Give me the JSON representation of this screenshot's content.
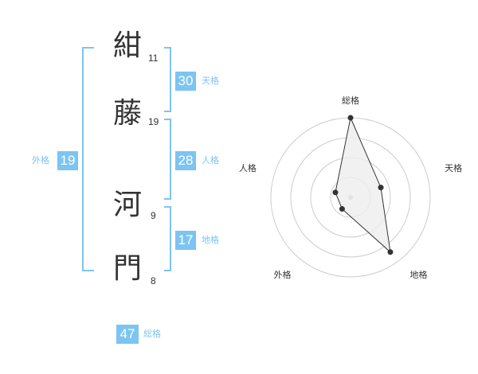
{
  "colors": {
    "accent": "#7cc4f2",
    "text": "#333333",
    "grid": "#cccccc",
    "fill": "#eeeeee",
    "line": "#333333"
  },
  "name": {
    "chars": [
      {
        "char": "紺",
        "strokes": "11"
      },
      {
        "char": "藤",
        "strokes": "19"
      },
      {
        "char": "河",
        "strokes": "9"
      },
      {
        "char": "門",
        "strokes": "8"
      }
    ]
  },
  "kaku": {
    "tenkaku": {
      "value": "30",
      "label": "天格"
    },
    "jinkaku": {
      "value": "28",
      "label": "人格"
    },
    "chikaku": {
      "value": "17",
      "label": "地格"
    },
    "gaikaku": {
      "value": "19",
      "label": "外格"
    },
    "soukaku": {
      "value": "47",
      "label": "総格"
    }
  },
  "chart_data": {
    "type": "radar",
    "axes": [
      "総格",
      "天格",
      "地格",
      "外格",
      "人格"
    ],
    "series": [
      {
        "values": [
          1.0,
          0.4,
          0.85,
          0.18,
          0.2
        ]
      }
    ],
    "rings": 4
  }
}
